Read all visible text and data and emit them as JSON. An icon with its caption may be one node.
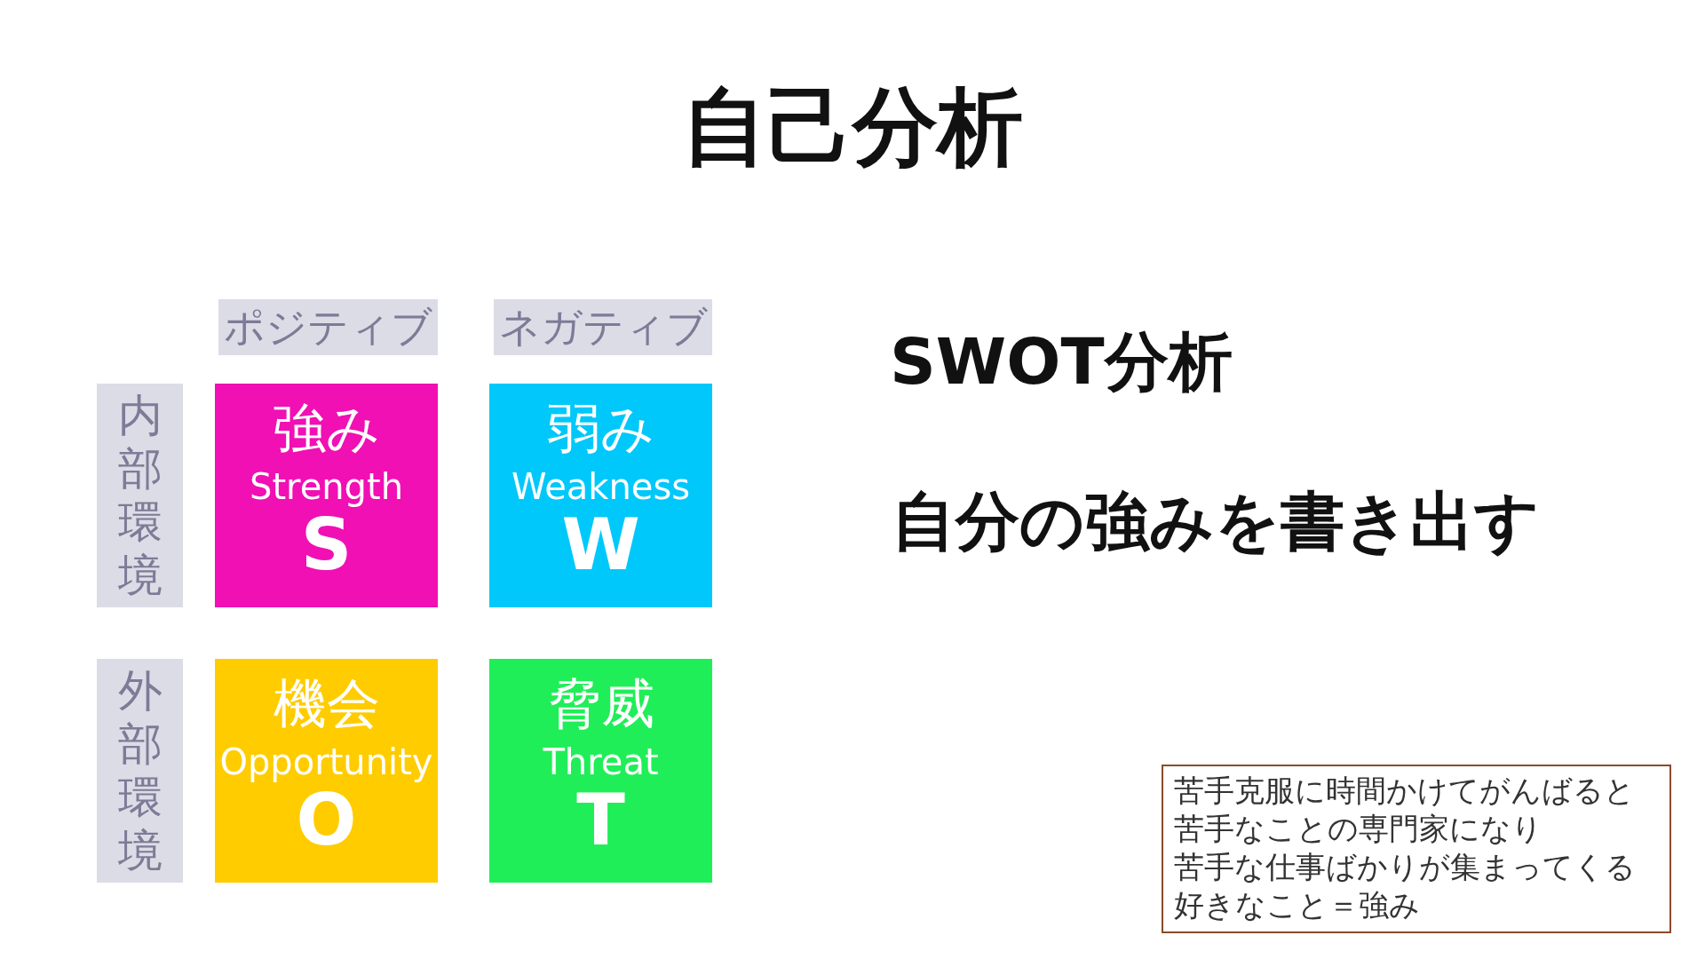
{
  "diagram": {
    "title": "自己分析",
    "nodes": [
      {
        "text": [
          "ポジティブ"
        ]
      },
      {
        "text": [
          "ネガティブ"
        ]
      },
      {
        "text": [
          "内部環境"
        ]
      },
      {
        "text": [
          "強み",
          "Strength",
          "S"
        ]
      },
      {
        "text": [
          "弱み",
          "Weakness",
          "W"
        ]
      },
      {
        "text": [
          "外部環境"
        ]
      },
      {
        "text": [
          "機会",
          "Opportunity",
          "O"
        ]
      },
      {
        "text": [
          "脅威",
          "Threat",
          "T"
        ]
      },
      {
        "text": [
          "苦手克服に時間かけてがんばると",
          "苦手なことの専門家になり",
          "苦手な仕事ばかりが集まってくる",
          "好きなこと＝強み"
        ]
      }
    ],
    "labels": [
      "SWOT分析",
      "自分の強みを書き出す"
    ]
  }
}
